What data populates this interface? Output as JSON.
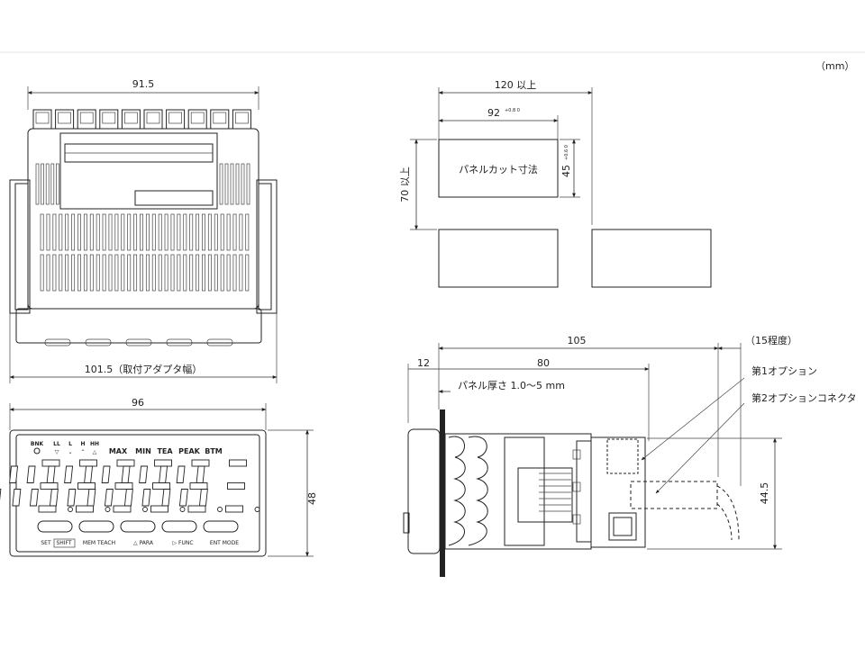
{
  "units": "（mm）",
  "top_view": {
    "width_dim": "91.5",
    "adapter_dim": "101.5（取付アダプタ幅）"
  },
  "front_view": {
    "width_dim": "96",
    "height_dim": "48",
    "indicators": [
      "BNK",
      "LL",
      "L",
      "H",
      "HH"
    ],
    "mode_labels": [
      "MAX",
      "MIN",
      "TEA",
      "PEAK",
      "BTM"
    ],
    "buttons": [
      "SET",
      "SHIFT",
      "MEM TEACH",
      "△ PARA",
      "▷ FUNC",
      "ENT MODE"
    ]
  },
  "panel_cut": {
    "total_width": "120 以上",
    "cut_width": "92",
    "cut_width_tol": "+0.8 0",
    "cut_height": "45",
    "cut_height_tol": "+0.6 0",
    "total_height": "70 以上",
    "label": "パネルカット寸法"
  },
  "side_view": {
    "total_length": "105",
    "depth": "80",
    "front_depth": "12",
    "extra": "（15程度）",
    "panel_thickness": "パネル厚さ 1.0～5 mm",
    "height_dim": "44.5",
    "option1": "第1オプション",
    "option2": "第2オプションコネクタ"
  }
}
